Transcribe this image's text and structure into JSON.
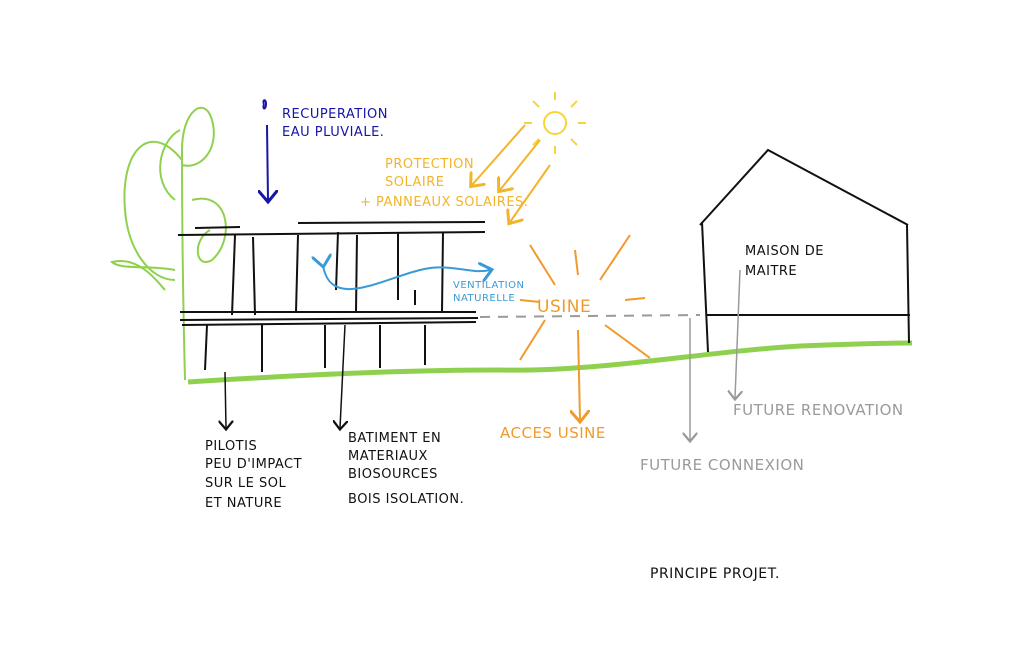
{
  "colors": {
    "ground": "#8fd14f",
    "tree": "#8fd14f",
    "rain": "#1515a8",
    "sun": "#f5d63a",
    "solar": "#f2b52a",
    "usine": "#f19a2c",
    "future": "#9a9a9a",
    "ventilation": "#3a9ad6",
    "ink": "#111111"
  },
  "labels": {
    "rain": [
      "RECUPERATION",
      "EAU PLUVIALE."
    ],
    "solar": [
      "PROTECTION",
      "SOLAIRE",
      "+ PANNEAUX SOLAIRES."
    ],
    "ventilation": [
      "VENTILATION",
      "NATURELLE"
    ],
    "usine": "USINE",
    "maison": [
      "MAISON DE",
      "MAITRE"
    ],
    "future_renovation": "FUTURE RENOVATION",
    "future_connexion": "FUTURE CONNEXION",
    "acces_usine": "ACCES USINE",
    "pilotis": [
      "PILOTIS",
      "PEU D'IMPACT",
      "SUR LE SOL",
      "ET NATURE"
    ],
    "batiment": [
      "BATIMENT EN",
      "MATERIAUX",
      "BIOSOURCES"
    ],
    "bois": "BOIS ISOLATION.",
    "title": "PRINCIPE PROJET."
  }
}
